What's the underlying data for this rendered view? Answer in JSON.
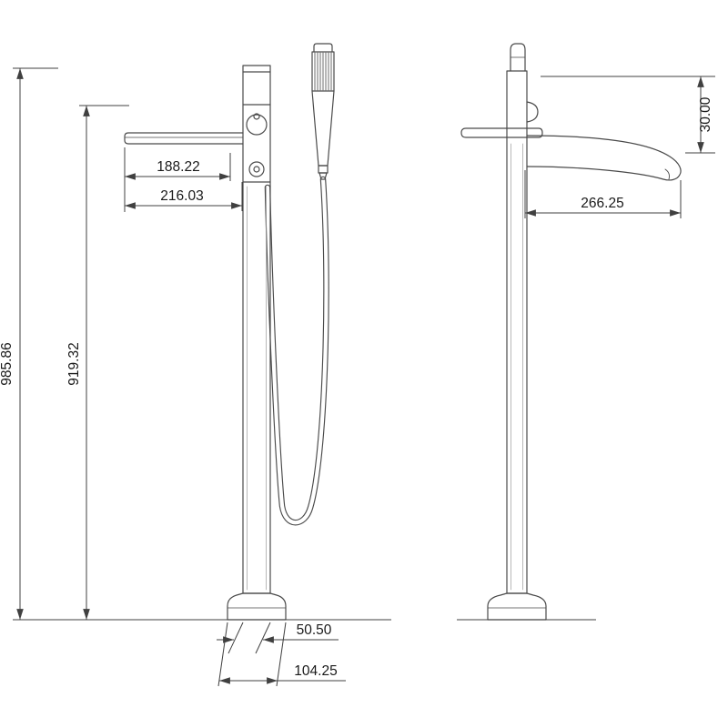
{
  "dims": {
    "overall_height": "985.86",
    "outlet_height": "919.32",
    "spout_inner_width": "188.22",
    "spout_outer_width": "216.03",
    "shaft_diameter": "50.50",
    "base_diameter": "104.25",
    "spout_reach": "266.25",
    "top_offset": "30.00"
  },
  "colors": {
    "background": "#ffffff",
    "fixture_line": "#4a4a4a",
    "dimension_line": "#404040",
    "text": "#1a1a1a"
  }
}
